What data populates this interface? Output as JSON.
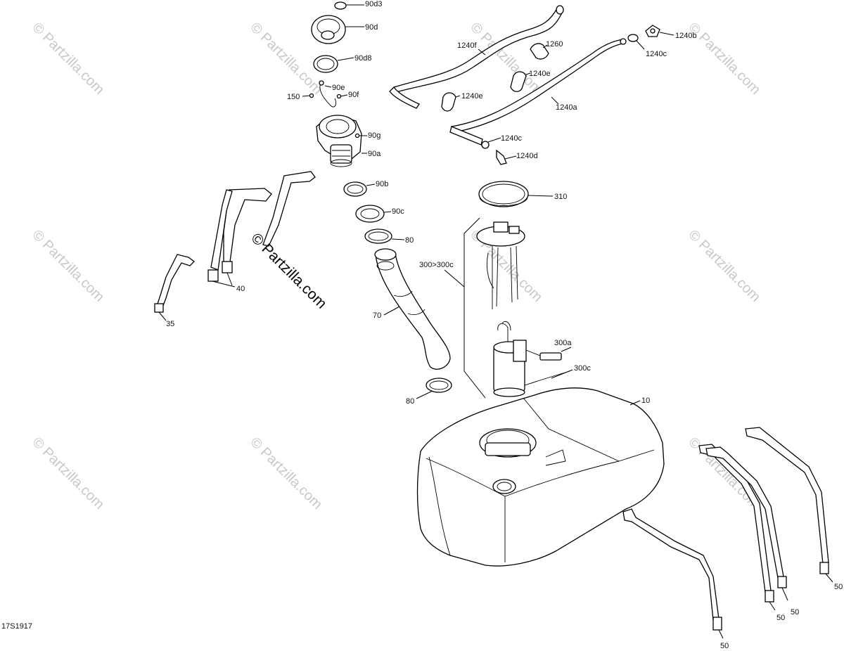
{
  "diagram": {
    "code": "17S1917",
    "watermark_main": "© Partzilla.com",
    "watermark_faint": "© Partzilla.com",
    "labels": {
      "l90d3": "90d3",
      "l90d": "90d",
      "l90d8": "90d8",
      "l90e": "90e",
      "l90f": "90f",
      "l150": "150",
      "l90g": "90g",
      "l90a": "90a",
      "l90b": "90b",
      "l90c": "90c",
      "l80a": "80",
      "l80b": "80",
      "l70": "70",
      "l40": "40",
      "l35": "35",
      "l1240f": "1240f",
      "l1260": "1260",
      "l1240e_a": "1240e",
      "l1240e_b": "1240e",
      "l1240a": "1240a",
      "l1240c_a": "1240c",
      "l1240c_b": "1240c",
      "l1240d": "1240d",
      "l1240b": "1240b",
      "l310": "310",
      "l300": "300>300c",
      "l300a": "300a",
      "l300c": "300c",
      "l10": "10",
      "l50a": "50",
      "l50b": "50",
      "l50c": "50",
      "l50d": "50"
    }
  }
}
